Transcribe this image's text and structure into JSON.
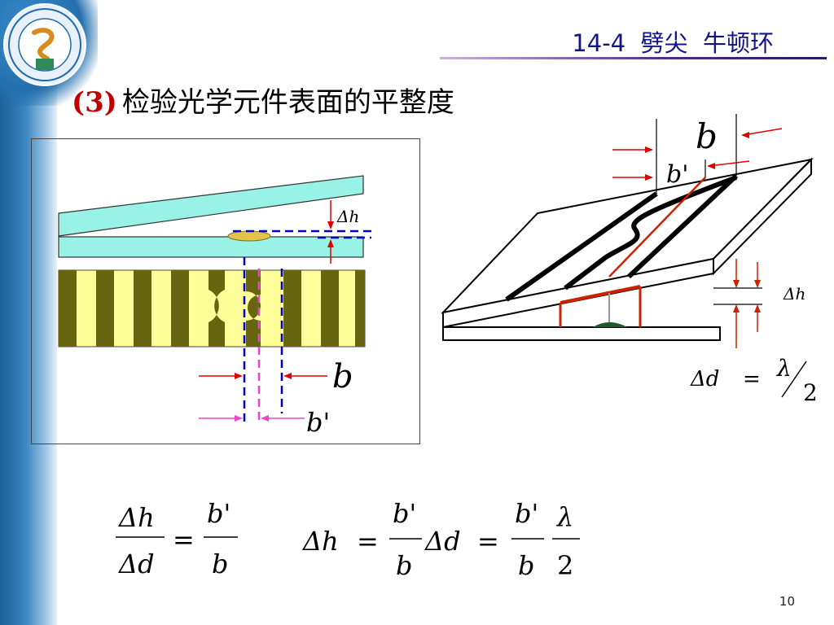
{
  "header": {
    "title": "14-4  劈尖  牛顿环"
  },
  "section": {
    "number": "(3)",
    "title": "检验光学元件表面的平整度"
  },
  "left_figure": {
    "delta_h": "Δh",
    "b": "b",
    "b_prime": "b'"
  },
  "right_figure": {
    "b": "b",
    "b_prime": "b'",
    "delta_h": "Δh",
    "delta_d": "Δd",
    "eq": "=",
    "lambda": "λ",
    "two": "2"
  },
  "formula_left": {
    "num": "Δh",
    "den": "Δd",
    "eq": "=",
    "rnum": "b'",
    "rden": "b"
  },
  "formula_right": {
    "lhs": "Δh",
    "eq1": "=",
    "n1": "b'",
    "d1": "b",
    "mid": "Δd",
    "eq2": "=",
    "n2": "b'",
    "d2": "b",
    "n3": "λ",
    "d3": "2"
  },
  "slide_number": "10"
}
